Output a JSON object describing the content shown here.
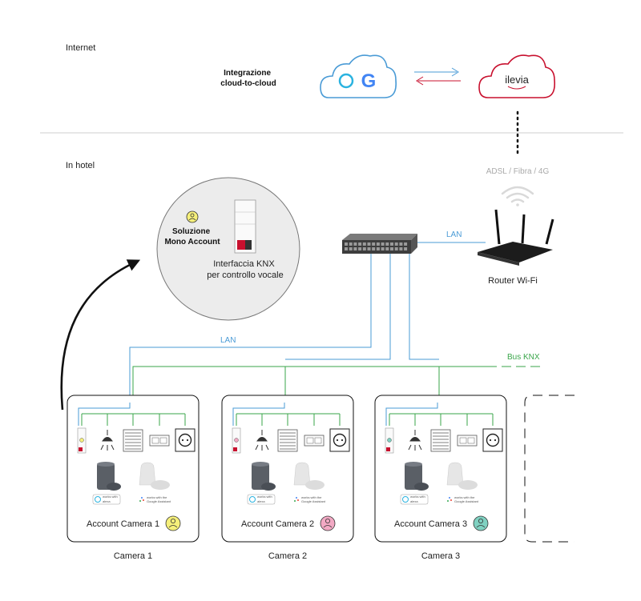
{
  "zones": {
    "internet": "Internet",
    "in_hotel": "In hotel"
  },
  "cloud_integration": {
    "line1": "Integrazione",
    "line2": "cloud-to-cloud"
  },
  "ilevia_logo": "ilevia",
  "connection_label": "ADSL / Fibra / 4G",
  "router_label": "Router Wi-Fi",
  "lan_label": "LAN",
  "bus_label": "Bus KNX",
  "mono": {
    "title_line1": "Soluzione",
    "title_line2": "Mono Account",
    "iface_line1": "Interfaccia KNX",
    "iface_line2": "per controllo vocale"
  },
  "badges": {
    "alexa_line1": "works with",
    "alexa_line2": "alexa",
    "google_line1": "works with the",
    "google_line2": "Google Assistant"
  },
  "rooms": [
    {
      "account": "Account Camera 1",
      "camera": "Camera 1",
      "color": "#f5ef7a"
    },
    {
      "account": "Account Camera 2",
      "camera": "Camera 2",
      "color": "#f2a9c4"
    },
    {
      "account": "Account Camera 3",
      "camera": "Camera 3",
      "color": "#7fd1c1"
    }
  ],
  "colors": {
    "lan": "#4a9bd6",
    "knx": "#3aa64a",
    "ilevia": "#c8102e",
    "cloud": "#4a9bd6"
  }
}
